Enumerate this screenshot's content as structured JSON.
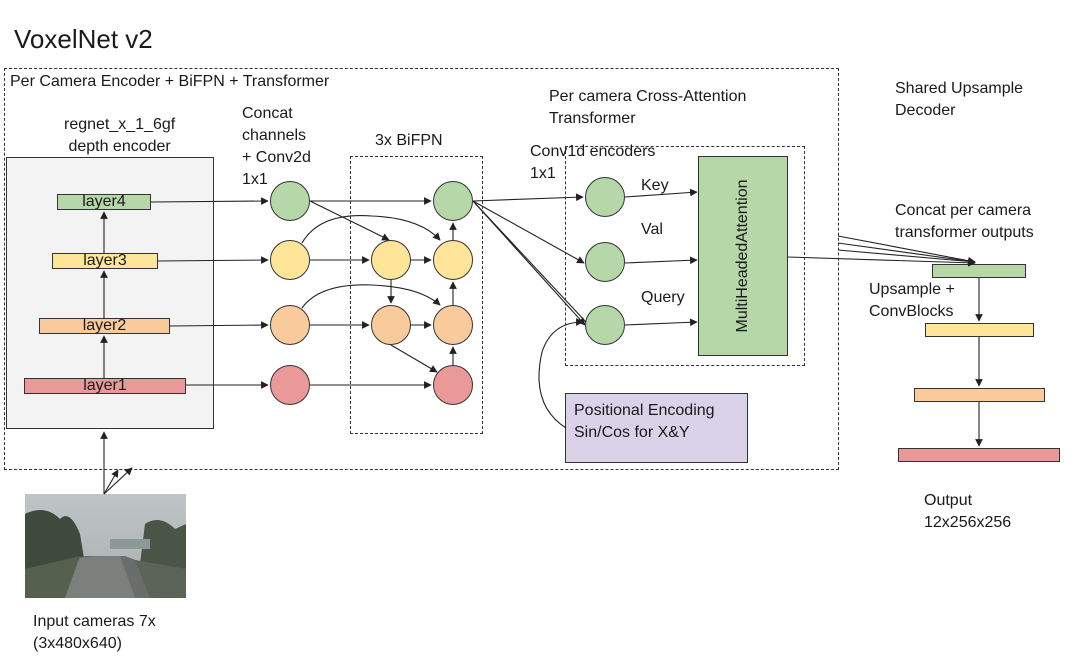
{
  "title": "VoxelNet v2",
  "colors": {
    "green": "#b6d7a8",
    "yellow": "#ffe599",
    "orange": "#f9cb9c",
    "red": "#ea9999",
    "purple": "#d9d2e9",
    "encoder_bg": "#f3f3f3"
  },
  "labels": {
    "per_camera_group": "Per Camera Encoder + BiFPN + Transformer",
    "encoder": "regnet_x_1_6gf\ndepth encoder",
    "concat": "Concat\nchannels\n+ Conv2d\n1x1",
    "bifpn": "3x BiFPN",
    "cross_attention": "Per camera Cross-Attention\nTransformer",
    "conv1d": "Conv1d encoders\n1x1",
    "key": "Key",
    "val": "Val",
    "query": "Query",
    "mha": "MultiHeadedAttention",
    "positional": "Positional Encoding\nSin/Cos for X&Y",
    "shared_decoder": "Shared Upsample\nDecoder",
    "concat_outputs": "Concat per camera\ntransformer outputs",
    "upsample": "Upsample +\nConvBlocks",
    "output": "Output\n12x256x256",
    "input": "Input cameras 7x\n(3x480x640)"
  },
  "layers": [
    "layer4",
    "layer3",
    "layer2",
    "layer1"
  ]
}
